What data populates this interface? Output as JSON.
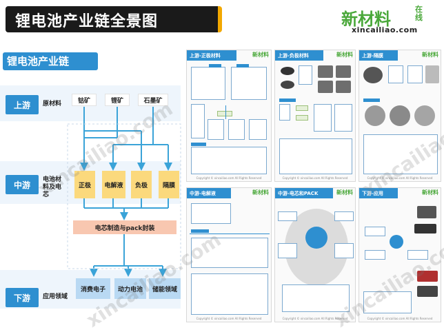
{
  "header": {
    "title": "锂电池产业链全景图",
    "logo_main": "新材料",
    "logo_suffix": "在线",
    "logo_url": "xincailiao.com"
  },
  "diagram": {
    "title": "锂电池产业链",
    "stages": {
      "upstream": {
        "label": "上游",
        "sublabel": "原材料"
      },
      "midstream": {
        "label": "中游",
        "sublabel": "电池材料及电芯"
      },
      "downstream": {
        "label": "下游",
        "sublabel": "应用领域"
      }
    },
    "raw_materials": [
      "钴矿",
      "锂矿",
      "石墨矿"
    ],
    "battery_materials": [
      "正极",
      "电解液",
      "负极",
      "隔膜"
    ],
    "assembly": "电芯制造与pack封装",
    "applications": [
      "消费电子",
      "动力电池",
      "储能领域"
    ]
  },
  "panels": [
    {
      "title": "上游-正极材料"
    },
    {
      "title": "上游-负极材料"
    },
    {
      "title": "上游-隔膜"
    },
    {
      "title": "中游-电解液"
    },
    {
      "title": "中游-电芯和PACK"
    },
    {
      "title": "下游-应用"
    }
  ],
  "panel_logo": "新材料",
  "panel_footer": "Copyright © xincailiao.com All Rights Reserved",
  "watermark": "xincailiao.com",
  "colors": {
    "accent": "#2e8fd0",
    "brand_green": "#4aa83a",
    "header_bg": "#1a1a1a",
    "header_accent": "#f2a800"
  }
}
